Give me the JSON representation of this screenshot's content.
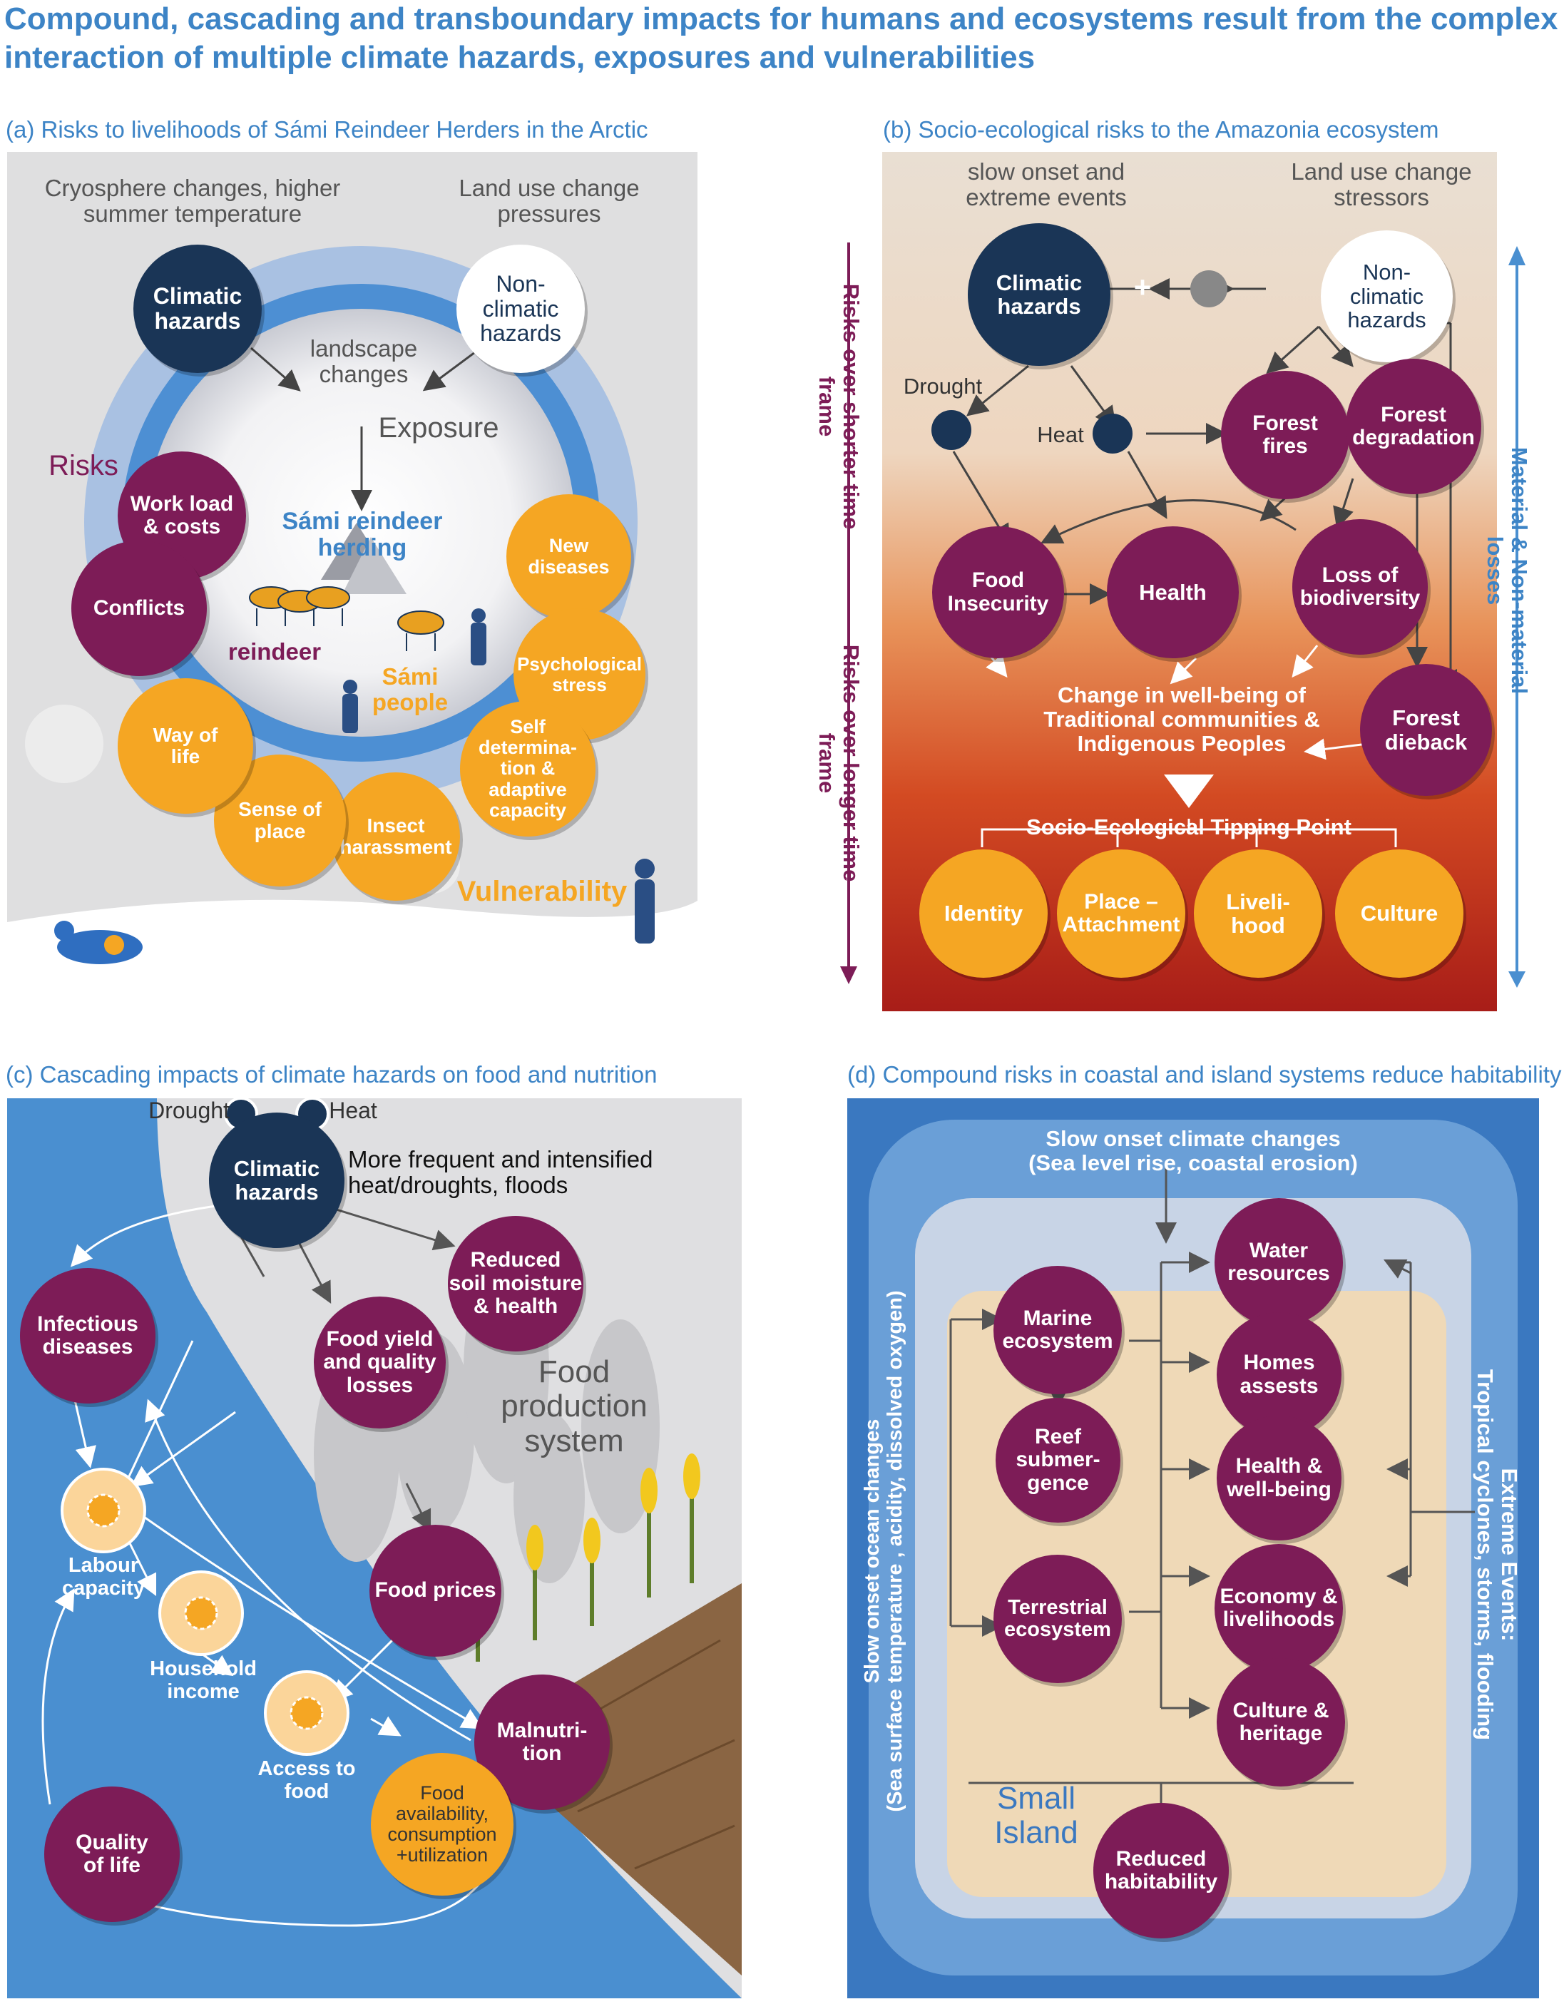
{
  "title": "Compound, cascading and transboundary impacts for humans and ecosystems result from the complex interaction of multiple climate hazards, exposures and vulnerabilities",
  "panel_a": {
    "title": "(a) Risks to livelihoods of Sámi Reindeer Herders in the Arctic",
    "cryosphere_label": "Cryosphere changes, higher\nsummer temperature",
    "land_use_label": "Land use change\npressures",
    "climatic_hazards": "Climatic\nhazards",
    "non_climatic_hazards": "Non-\nclimatic\nhazards",
    "landscape_changes": "landscape\nchanges",
    "exposure": "Exposure",
    "risks": "Risks",
    "vulnerability": "Vulnerability",
    "center_title": "Sámi reindeer\nherding",
    "reindeer": "reindeer",
    "sami_people": "Sámi\npeople",
    "risk_circles": [
      "Work load\n& costs",
      "Conflicts"
    ],
    "vulnerability_circles": [
      "New\ndiseases",
      "Psychological\nstress",
      "Self\ndetermina-\ntion &\nadaptive\ncapacity",
      "Insect\nharassment",
      "Sense of\nplace",
      "Way of\nlife"
    ]
  },
  "panel_b": {
    "title": "(b) Socio-ecological risks to the Amazonia ecosystem",
    "slow_onset": "slow onset and\nextreme events",
    "land_use": "Land use change\nstressors",
    "climatic_hazards": "Climatic\nhazards",
    "non_climatic_hazards": "Non-\nclimatic\nhazards",
    "plus": "+",
    "drought": "Drought",
    "heat": "Heat",
    "forest_fires": "Forest\nfires",
    "forest_degradation": "Forest\ndegradation",
    "food_insecurity": "Food\nInsecurity",
    "health": "Health",
    "loss_biodiversity": "Loss of\nbiodiversity",
    "forest_dieback": "Forest\ndieback",
    "wellbeing": "Change in well-being of\nTraditional communities &\nIndigenous Peoples",
    "tipping_point": "Socio-Ecological Tipping Point",
    "outcomes": [
      "Identity",
      "Place –\nAttachment",
      "Liveli-\nhood",
      "Culture"
    ],
    "left_axis_top": "Risks over shorter time frame",
    "left_axis_bottom": "Risks over longer time frame",
    "right_axis": "Material & Non-material losses"
  },
  "panel_c": {
    "title": "(c) Cascading impacts of climate hazards on food and nutrition",
    "drought": "Drought",
    "heat": "Heat",
    "climatic_hazards": "Climatic\nhazards",
    "more_frequent": "More frequent and intensified\nheat/droughts, floods",
    "reduced_soil": "Reduced\nsoil moisture\n& health",
    "infectious": "Infectious\ndiseases",
    "food_yield": "Food yield\nand quality\nlosses",
    "food_production": "Food\nproduction\nsystem",
    "food_prices": "Food prices",
    "malnutrition": "Malnutri-\ntion",
    "labour": "Labour\ncapacity",
    "household": "Household\nincome",
    "access": "Access to\nfood",
    "food_avail": "Food\navailability,\nconsumption\n+utilization",
    "quality": "Quality\nof life"
  },
  "panel_d": {
    "title": "(d) Compound risks in coastal and island systems reduce habitability",
    "slow_onset_climate": "Slow onset climate changes\n(Sea level rise, coastal erosion)",
    "slow_onset_ocean": "Slow onset ocean changes\n(Sea surface temperature , acidity, dissolved oxygen)",
    "extreme_events": "Extreme Events:\nTropical cyclones, storms, flooding",
    "marine": "Marine\necosystem",
    "reef": "Reef\nsubmer-\ngence",
    "terrestrial": "Terrestrial\necosystem",
    "water": "Water\nresources",
    "homes": "Homes\nassests",
    "health": "Health &\nwell-being",
    "economy": "Economy &\nlivelihoods",
    "culture": "Culture &\nheritage",
    "small_island": "Small\nIsland",
    "reduced": "Reduced\nhabitability"
  },
  "colors": {
    "title_blue": "#3d84c6",
    "navy": "#1a3556",
    "plum": "#7d1c57",
    "orange": "#f5a623",
    "light_blue": "#4a8fd0"
  }
}
